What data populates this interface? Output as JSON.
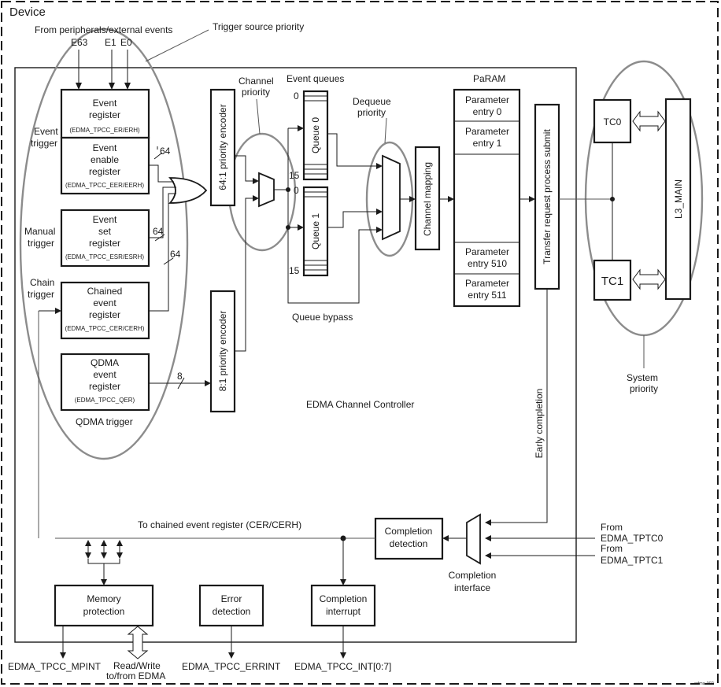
{
  "device_label": "Device",
  "ovals": {
    "trigger_source_priority": "Trigger source priority",
    "channel_priority": [
      "Channel",
      "priority"
    ],
    "dequeue_priority": [
      "Dequeue",
      "priority"
    ],
    "system_priority": [
      "System",
      "priority"
    ]
  },
  "external_events": {
    "heading": "From peripherals/external events",
    "e63": "E63",
    "e1": "E1",
    "e0": "E0"
  },
  "triggers": {
    "event": [
      "Event",
      "trigger"
    ],
    "manual": [
      "Manual",
      "trigger"
    ],
    "chain": [
      "Chain",
      "trigger"
    ],
    "qdma": "QDMA trigger"
  },
  "registers": {
    "event": {
      "lines": [
        "Event",
        "register"
      ],
      "code": "(EDMA_TPCC_ER/ERH)"
    },
    "event_enable": {
      "lines": [
        "Event",
        "enable",
        "register"
      ],
      "code": "(EDMA_TPCC_EER/EERH)"
    },
    "event_set": {
      "lines": [
        "Event",
        "set",
        "register"
      ],
      "code": "(EDMA_TPCC_ESR/ESRH)"
    },
    "chained": {
      "lines": [
        "Chained",
        "event",
        "register"
      ],
      "code": "(EDMA_TPCC_CER/CERH)"
    },
    "qdma": {
      "lines": [
        "QDMA",
        "event",
        "register"
      ],
      "code": "(EDMA_TPCC_QER)"
    }
  },
  "bus_widths": {
    "eer": "64",
    "esr": "64",
    "cer": "64",
    "qer": "8"
  },
  "encoders": {
    "enc64": "64:1 priority encoder",
    "enc8": "8:1 priority encoder"
  },
  "event_queues": {
    "title": "Event queues",
    "queue0": "Queue 0",
    "queue1": "Queue 1",
    "q0_top": "0",
    "q0_bottom": "15",
    "q1_top": "0",
    "q1_bottom": "15",
    "bypass": "Queue bypass"
  },
  "channel_mapping": "Channel mapping",
  "param": {
    "title": "PaRAM",
    "entries": [
      [
        "Parameter",
        "entry 0"
      ],
      [
        "Parameter",
        "entry 1"
      ],
      [
        "Parameter",
        "entry 510"
      ],
      [
        "Parameter",
        "entry 511"
      ]
    ]
  },
  "transfer_submit": "Transfer request process submit",
  "tc": {
    "tc0": "TC0",
    "tc1": "TC1",
    "l3": "L3_MAIN"
  },
  "controller_label": "EDMA Channel Controller",
  "early_completion": "Early completion",
  "chained_feedback": "To chained event register (CER/CERH)",
  "completion": {
    "detection": [
      "Completion",
      "detection"
    ],
    "interface": [
      "Completion",
      "interface"
    ],
    "from_tptc0": [
      "From",
      "EDMA_TPTC0"
    ],
    "from_tptc1": [
      "From",
      "EDMA_TPTC1"
    ]
  },
  "bottom_blocks": {
    "memory_protection": [
      "Memory",
      "protection"
    ],
    "error_detection": [
      "Error",
      "detection"
    ],
    "completion_interrupt": [
      "Completion",
      "interrupt"
    ]
  },
  "outputs": {
    "mpint": "EDMA_TPCC_MPINT",
    "readwrite": [
      "Read/Write",
      "to/from EDMA"
    ],
    "errint": "EDMA_TPCC_ERRINT",
    "int": "EDMA_TPCC_INT[0:7]"
  },
  "figure_id": "edma-002"
}
